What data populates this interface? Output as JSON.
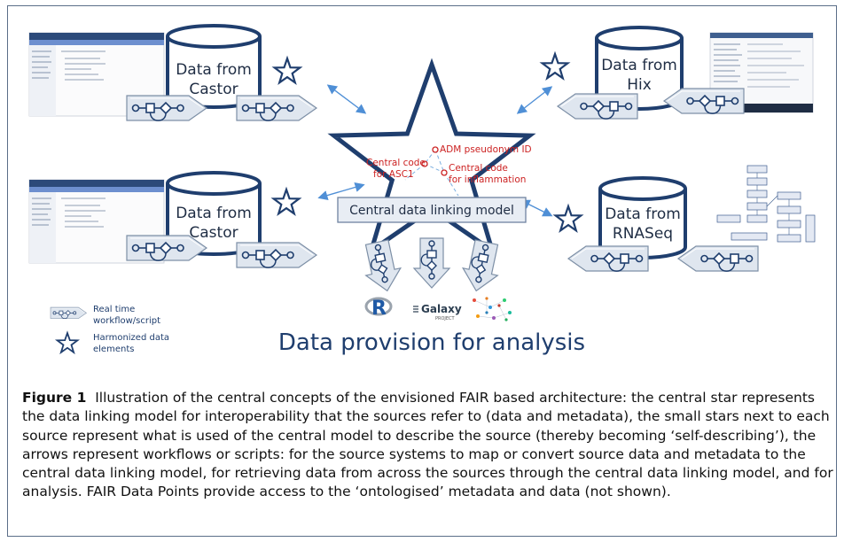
{
  "sources": {
    "top_left": {
      "line1": "Data from",
      "line2": "Castor"
    },
    "bottom_left": {
      "line1": "Data from",
      "line2": "Castor"
    },
    "top_right": {
      "line1": "Data from",
      "line2": "Hix"
    },
    "bottom_right": {
      "line1": "Data from",
      "line2": "RNASeq"
    }
  },
  "central_star": {
    "concepts": [
      {
        "label_lines": [
          "ADM pseudonym ID"
        ]
      },
      {
        "label_lines": [
          "Central code",
          "for ASC1"
        ]
      },
      {
        "label_lines": [
          "Central code",
          "for inflammation"
        ]
      }
    ],
    "linking_label": "Central data linking model"
  },
  "provision": {
    "title": "Data provision for analysis",
    "logos": {
      "r": "R",
      "galaxy": "Galaxy",
      "galaxy_sub": "PROJECT"
    }
  },
  "legend": {
    "workflow_line1": "Real time",
    "workflow_line2": "workflow/script",
    "harmonized_line1": "Harmonized data",
    "harmonized_line2": "elements"
  },
  "caption": {
    "label": "Figure 1",
    "text": "Illustration of the central concepts of the envisioned FAIR based architecture: the central star represents the data linking model for interoperability that the sources refer to (data and metadata), the small stars next to each source represent what is used of the central model to describe the source (thereby becoming ‘self-describing’), the arrows represent workflows or scripts: for the source systems to map or convert source data and metadata to the central data linking model, for retrieving data from across the sources through the central data linking model, and for analysis. FAIR Data Points provide access to the ‘ontologised’ metadata and data (not shown)."
  },
  "colors": {
    "frame": "#5b6e88",
    "navy": "#1f3e6e",
    "arrow_fill": "#dfe6ef",
    "connector": "#4f8fd6",
    "red": "#cc2222"
  }
}
